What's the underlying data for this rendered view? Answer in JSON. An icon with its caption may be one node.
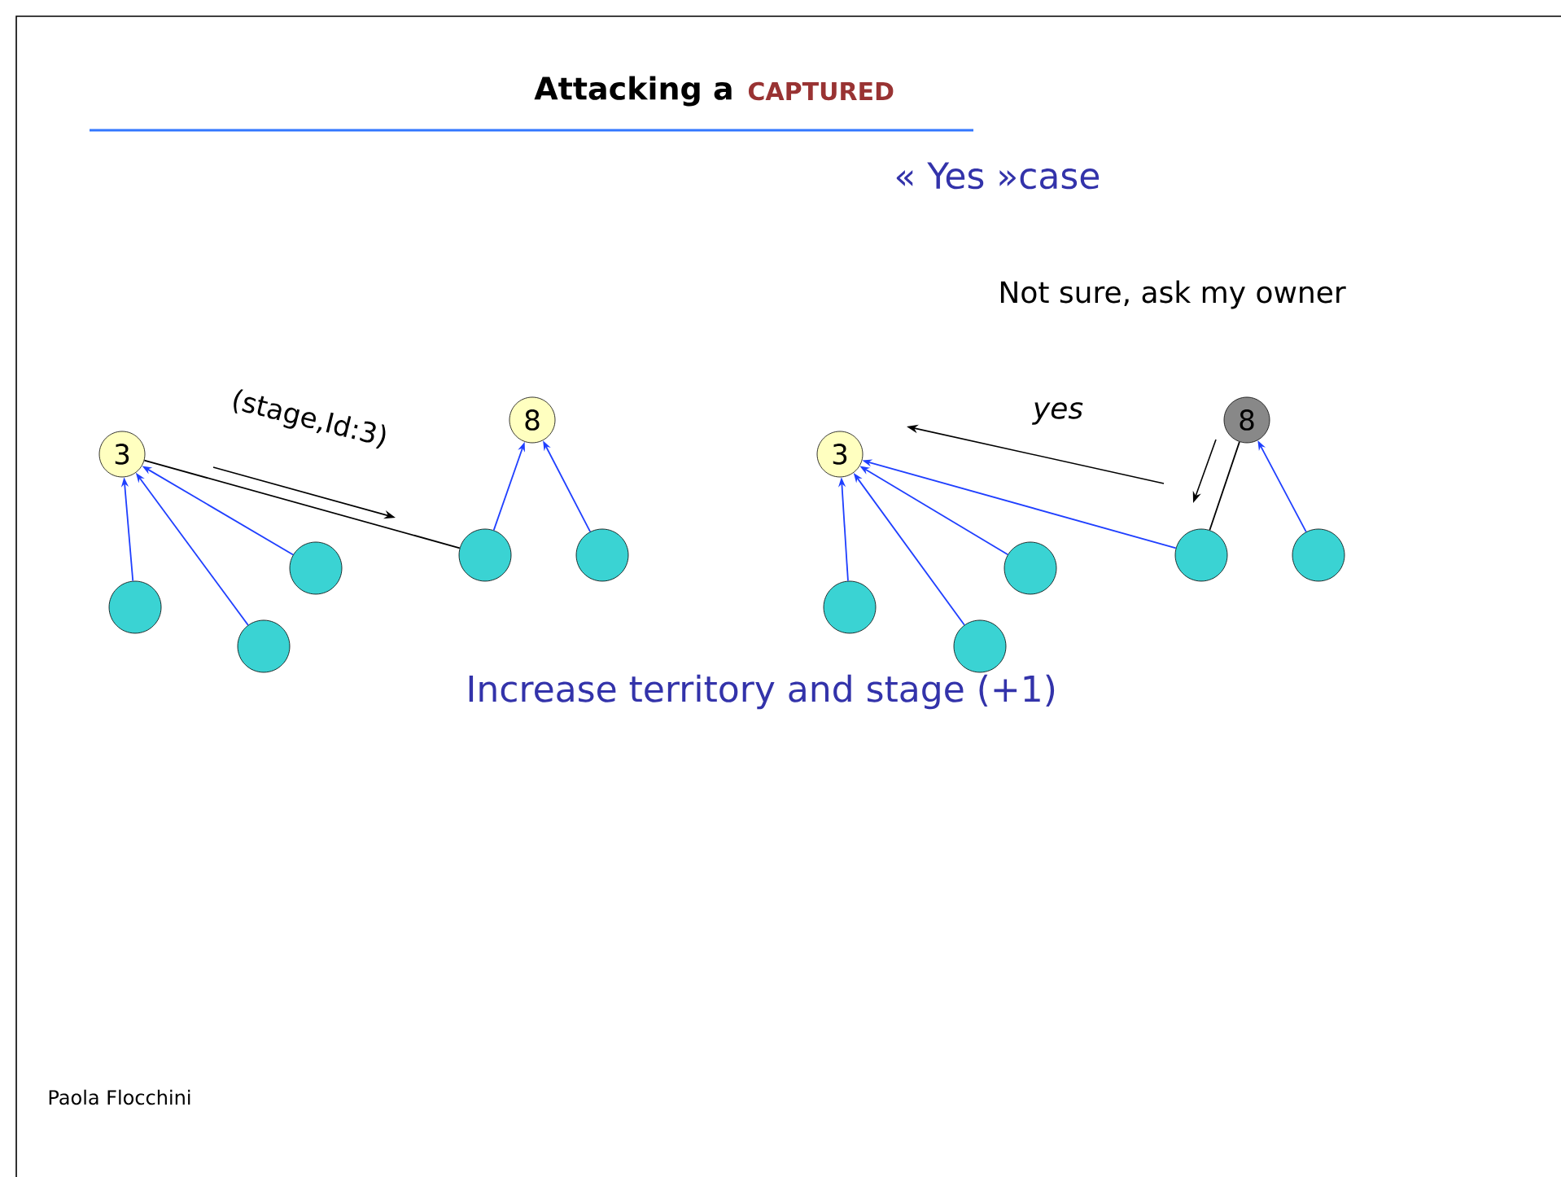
{
  "diagram": {
    "title": "Attacking a",
    "nodes": [
      {
        "text": [
          "3"
        ]
      },
      {
        "text": [
          "8"
        ]
      },
      {
        "text": [],
        "shape": "circle"
      },
      {
        "text": [],
        "shape": "circle"
      },
      {
        "text": [],
        "shape": "circle"
      },
      {
        "text": [],
        "shape": "circle"
      },
      {
        "text": [],
        "shape": "circle"
      },
      {
        "text": [
          "3"
        ]
      },
      {
        "text": [
          "8"
        ]
      },
      {
        "text": [],
        "shape": "circle"
      },
      {
        "text": [],
        "shape": "circle"
      },
      {
        "text": [],
        "shape": "circle"
      },
      {
        "text": [],
        "shape": "circle"
      },
      {
        "text": [],
        "shape": "circle"
      }
    ],
    "edges": [
      {
        "from": 2,
        "to": 0,
        "arrow": "to",
        "color": "#1f3fff"
      },
      {
        "from": 3,
        "to": 0,
        "arrow": "to",
        "color": "#1f3fff"
      },
      {
        "from": 4,
        "to": 0,
        "arrow": "to",
        "color": "#1f3fff"
      },
      {
        "from": 5,
        "to": 1,
        "arrow": "to",
        "color": "#1f3fff"
      },
      {
        "from": 6,
        "to": 1,
        "arrow": "to",
        "color": "#1f3fff"
      },
      {
        "from": 0,
        "to": 5,
        "arrow": "none",
        "color": "#000000"
      },
      {
        "from": 9,
        "to": 7,
        "arrow": "to",
        "color": "#1f3fff"
      },
      {
        "from": 10,
        "to": 7,
        "arrow": "to",
        "color": "#1f3fff"
      },
      {
        "from": 11,
        "to": 7,
        "arrow": "to",
        "color": "#1f3fff"
      },
      {
        "from": 12,
        "to": 7,
        "arrow": "to",
        "color": "#1f3fff"
      },
      {
        "from": 13,
        "to": 8,
        "arrow": "to",
        "color": "#1f3fff"
      },
      {
        "from": 12,
        "to": 8,
        "arrow": "none",
        "color": "#000000"
      }
    ],
    "labels": [
      "CAPTURED",
      "« Yes »case",
      "Not sure, ask my owner",
      "(stage,Id:3)",
      "yes",
      "Increase territory and stage (+1)",
      "Paola Flocchini"
    ]
  }
}
